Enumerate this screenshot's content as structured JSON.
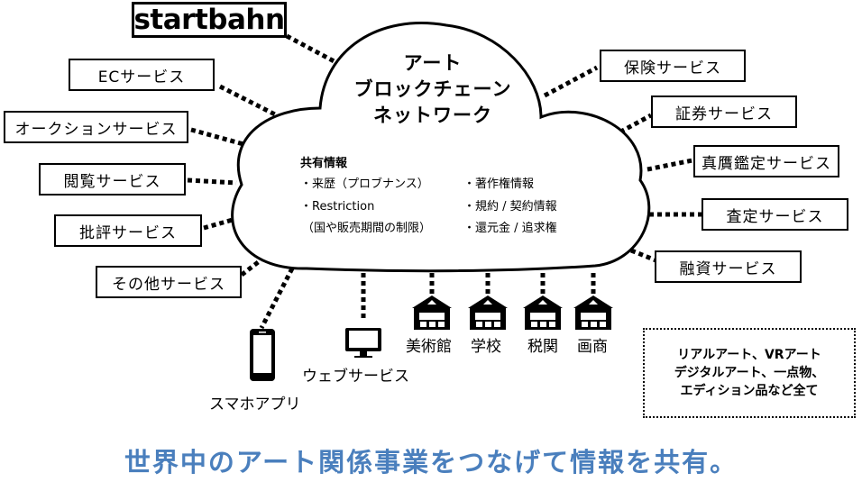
{
  "logo": "startbahn",
  "cloud": {
    "title_lines": [
      "アート",
      "ブロックチェーン",
      "ネットワーク"
    ],
    "shared_title": "共有情報",
    "shared_left": [
      "・来歴（プロブナンス）",
      "・Restriction",
      "（国や販売期間の制限）"
    ],
    "shared_right": [
      "・著作権情報",
      "・規約 / 契約情報",
      "・還元金 / 追求権"
    ]
  },
  "left_services": {
    "ec": "ECサービス",
    "auction": "オークションサービス",
    "viewing": "閲覧サービス",
    "critique": "批評サービス",
    "other": "その他サービス"
  },
  "right_services": {
    "insurance": "保険サービス",
    "securities": "証券サービス",
    "authentication": "真贋鑑定サービス",
    "appraisal": "査定サービス",
    "finance": "融資サービス"
  },
  "institutions": [
    "美術館",
    "学校",
    "税関",
    "画商"
  ],
  "devices": {
    "web": "ウェブサービス",
    "app": "スマホアプリ"
  },
  "note_lines": [
    "リアルアート、VRアート",
    "デジタルアート、一点物、",
    "エディション品など全て"
  ],
  "tagline": "世界中のアート関係事業をつなげて情報を共有。",
  "colors": {
    "tagline": "#4a7fbd"
  }
}
